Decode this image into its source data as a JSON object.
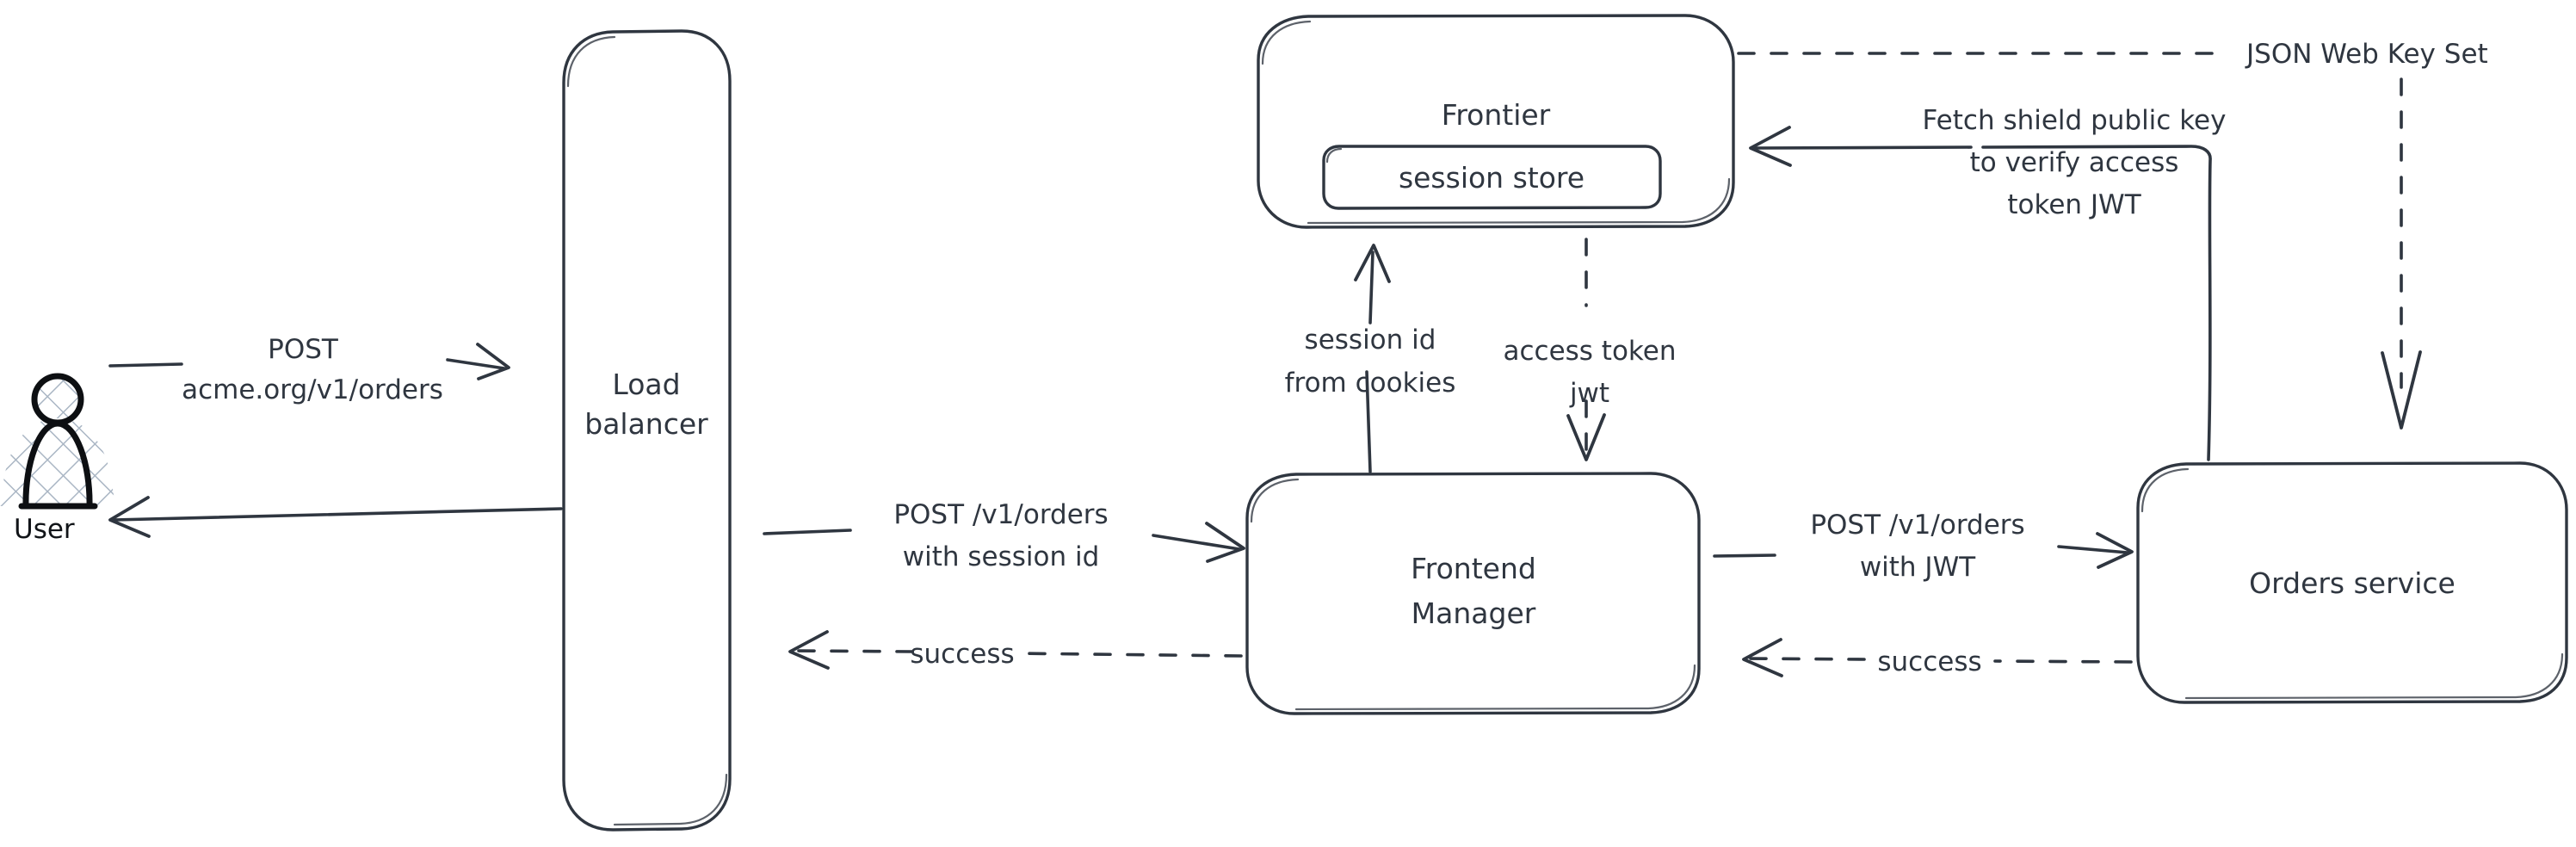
{
  "diagram": {
    "title": "Order request authentication flow",
    "style": "hand-drawn",
    "background_color": "#ffffff",
    "stroke_color": "#2f3640",
    "actor_fill_hatch_color": "#aab6c4"
  },
  "actors": [
    {
      "id": "user",
      "label": "User",
      "shape": "person-hatched"
    }
  ],
  "nodes": [
    {
      "id": "load_balancer",
      "label_line1": "Load",
      "label_line2": "balancer",
      "shape": "rounded-rect-tall"
    },
    {
      "id": "frontier",
      "label": "Frontier",
      "shape": "rounded-rect"
    },
    {
      "id": "session_store",
      "label": "session store",
      "shape": "rounded-rect-inner",
      "parent": "frontier"
    },
    {
      "id": "frontend_manager",
      "label_line1": "Frontend",
      "label_line2": "Manager",
      "shape": "rounded-rect"
    },
    {
      "id": "orders_service",
      "label": "Orders service",
      "shape": "rounded-rect"
    }
  ],
  "edges": [
    {
      "id": "user-to-lb",
      "from": "user",
      "to": "load_balancer",
      "line": "solid",
      "direction": "right",
      "label_line1": "POST",
      "label_line2": "acme.org/v1/orders"
    },
    {
      "id": "lb-to-user",
      "from": "load_balancer",
      "to": "user",
      "line": "solid",
      "direction": "left",
      "label_line1": "",
      "label_line2": ""
    },
    {
      "id": "lb-to-fm",
      "from": "load_balancer",
      "to": "frontend_manager",
      "line": "solid",
      "direction": "right",
      "label_line1": "POST /v1/orders",
      "label_line2": "with session id"
    },
    {
      "id": "fm-to-lb",
      "from": "frontend_manager",
      "to": "load_balancer",
      "line": "dashed",
      "direction": "left",
      "label_line1": "success",
      "label_line2": ""
    },
    {
      "id": "fm-to-frontier",
      "from": "frontend_manager",
      "to": "frontier",
      "line": "solid",
      "direction": "up",
      "label_line1": "session id",
      "label_line2": "from cookies"
    },
    {
      "id": "frontier-to-fm",
      "from": "frontier",
      "to": "frontend_manager",
      "line": "dashed",
      "direction": "down",
      "label_line1": "access token",
      "label_line2": "jwt"
    },
    {
      "id": "fm-to-orders",
      "from": "frontend_manager",
      "to": "orders_service",
      "line": "solid",
      "direction": "right",
      "label_line1": "POST /v1/orders",
      "label_line2": "with JWT"
    },
    {
      "id": "orders-to-fm",
      "from": "orders_service",
      "to": "frontend_manager",
      "line": "dashed",
      "direction": "left",
      "label_line1": "success",
      "label_line2": ""
    },
    {
      "id": "orders-to-frontier",
      "from": "orders_service",
      "to": "frontier",
      "line": "solid",
      "direction": "left",
      "label_line1": "Fetch shield public key",
      "label_line2": "to verify access",
      "label_line3": "token JWT"
    },
    {
      "id": "frontier-to-orders",
      "from": "frontier",
      "to": "orders_service",
      "line": "dashed",
      "direction": "down",
      "label_line1": "JSON Web Key Set",
      "label_line2": ""
    }
  ],
  "labels": {
    "user": "User",
    "load_balancer_1": "Load",
    "load_balancer_2": "balancer",
    "frontier": "Frontier",
    "session_store": "session store",
    "frontend_manager_1": "Frontend",
    "frontend_manager_2": "Manager",
    "orders_service": "Orders service",
    "post_title": "POST",
    "post_url": "acme.org/v1/orders",
    "post_v1_orders_a": "POST /v1/orders",
    "with_session_id": "with session id",
    "success_left": "success",
    "session_id": "session id",
    "from_cookies": "from cookies",
    "access_token": "access token",
    "jwt": "jwt",
    "post_v1_orders_b": "POST /v1/orders",
    "with_jwt": "with JWT",
    "success_right": "success",
    "fetch_line1": "Fetch shield public key",
    "fetch_line2": "to verify access",
    "fetch_line3": "token JWT",
    "jwks": "JSON Web Key Set"
  }
}
